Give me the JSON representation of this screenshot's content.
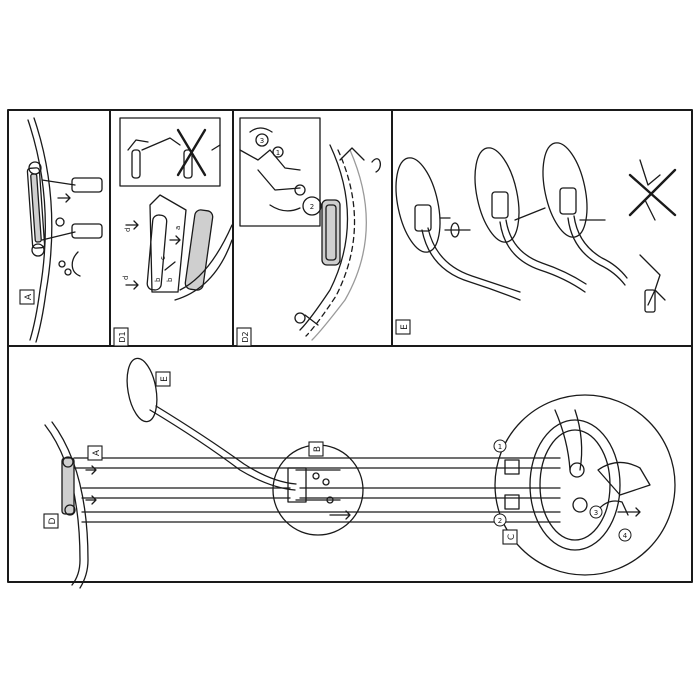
{
  "panels": {
    "a": {
      "label": "A"
    },
    "d1": {
      "label": "D1",
      "arrow_labels": [
        "d",
        "c",
        "b",
        "a",
        "d",
        "b"
      ]
    },
    "d2": {
      "label": "D2",
      "step_labels": [
        "1",
        "2",
        "3"
      ]
    },
    "e": {
      "label": "E"
    },
    "main": {
      "callouts": [
        "E",
        "A",
        "D",
        "B",
        "C"
      ],
      "step_labels": [
        "1",
        "2",
        "3",
        "4"
      ]
    }
  },
  "colors": {
    "line": "#1a1a1a",
    "paper": "#ffffff",
    "shade": "#cfcfcf"
  }
}
